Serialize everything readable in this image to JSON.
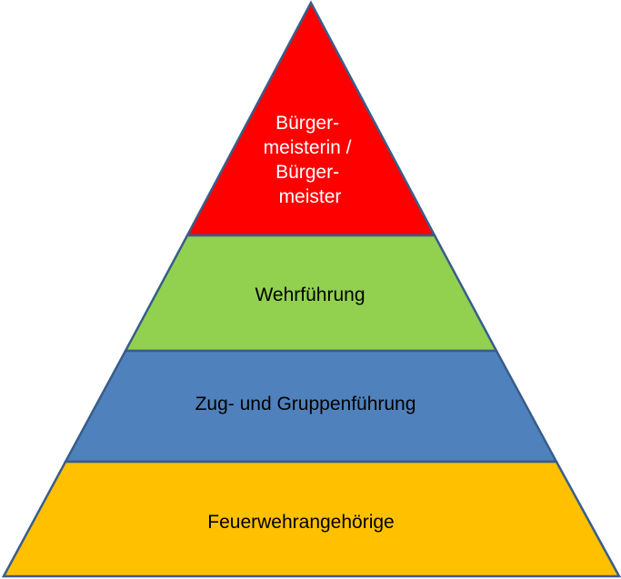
{
  "pyramid": {
    "levels": [
      {
        "lines": [
          "Bürger-",
          "meisterin /",
          "Bürger-",
          "meister"
        ],
        "fill": "#ff0000",
        "text_color": "#ffffff"
      },
      {
        "lines": [
          "Wehrführung"
        ],
        "fill": "#92d050",
        "text_color": "#000000"
      },
      {
        "lines": [
          "Zug- und Gruppenführung"
        ],
        "fill": "#4f81bd",
        "text_color": "#000000"
      },
      {
        "lines": [
          "Feuerwehrangehörige"
        ],
        "fill": "#ffc000",
        "text_color": "#000000"
      }
    ],
    "outline_color": "#385d8a"
  }
}
